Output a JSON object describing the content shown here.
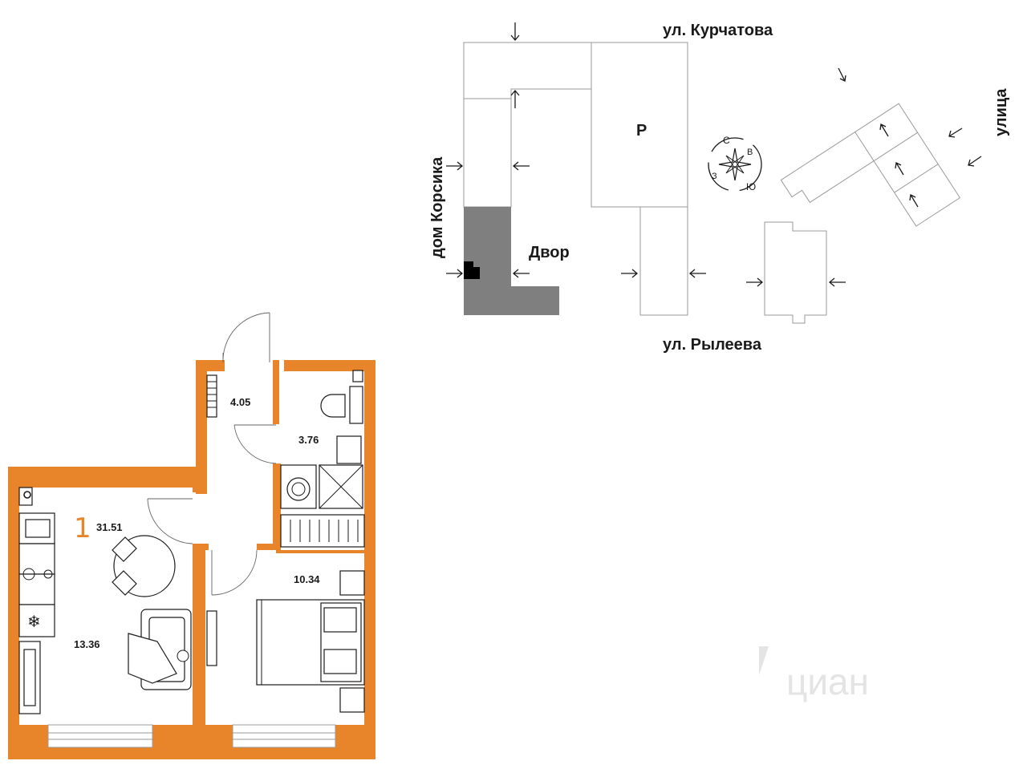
{
  "site_plan": {
    "streets": {
      "top": "ул. Курчатова",
      "bottom": "ул. Рылеева",
      "left": "дом Корсика",
      "right": "улица"
    },
    "courtyard_label": "Двор",
    "parking_label": "Р",
    "compass": {
      "north": "С",
      "east": "В",
      "south": "Ю",
      "west": "З"
    }
  },
  "floor_plan": {
    "rooms_count": "1",
    "total_area": "31.51",
    "rooms": [
      {
        "name": "hallway",
        "area": "4.05"
      },
      {
        "name": "bathroom",
        "area": "3.76"
      },
      {
        "name": "kitchen-living",
        "area": "13.36"
      },
      {
        "name": "bedroom",
        "area": "10.34"
      }
    ],
    "accent_color": "#e8852a"
  },
  "watermark": "циан"
}
